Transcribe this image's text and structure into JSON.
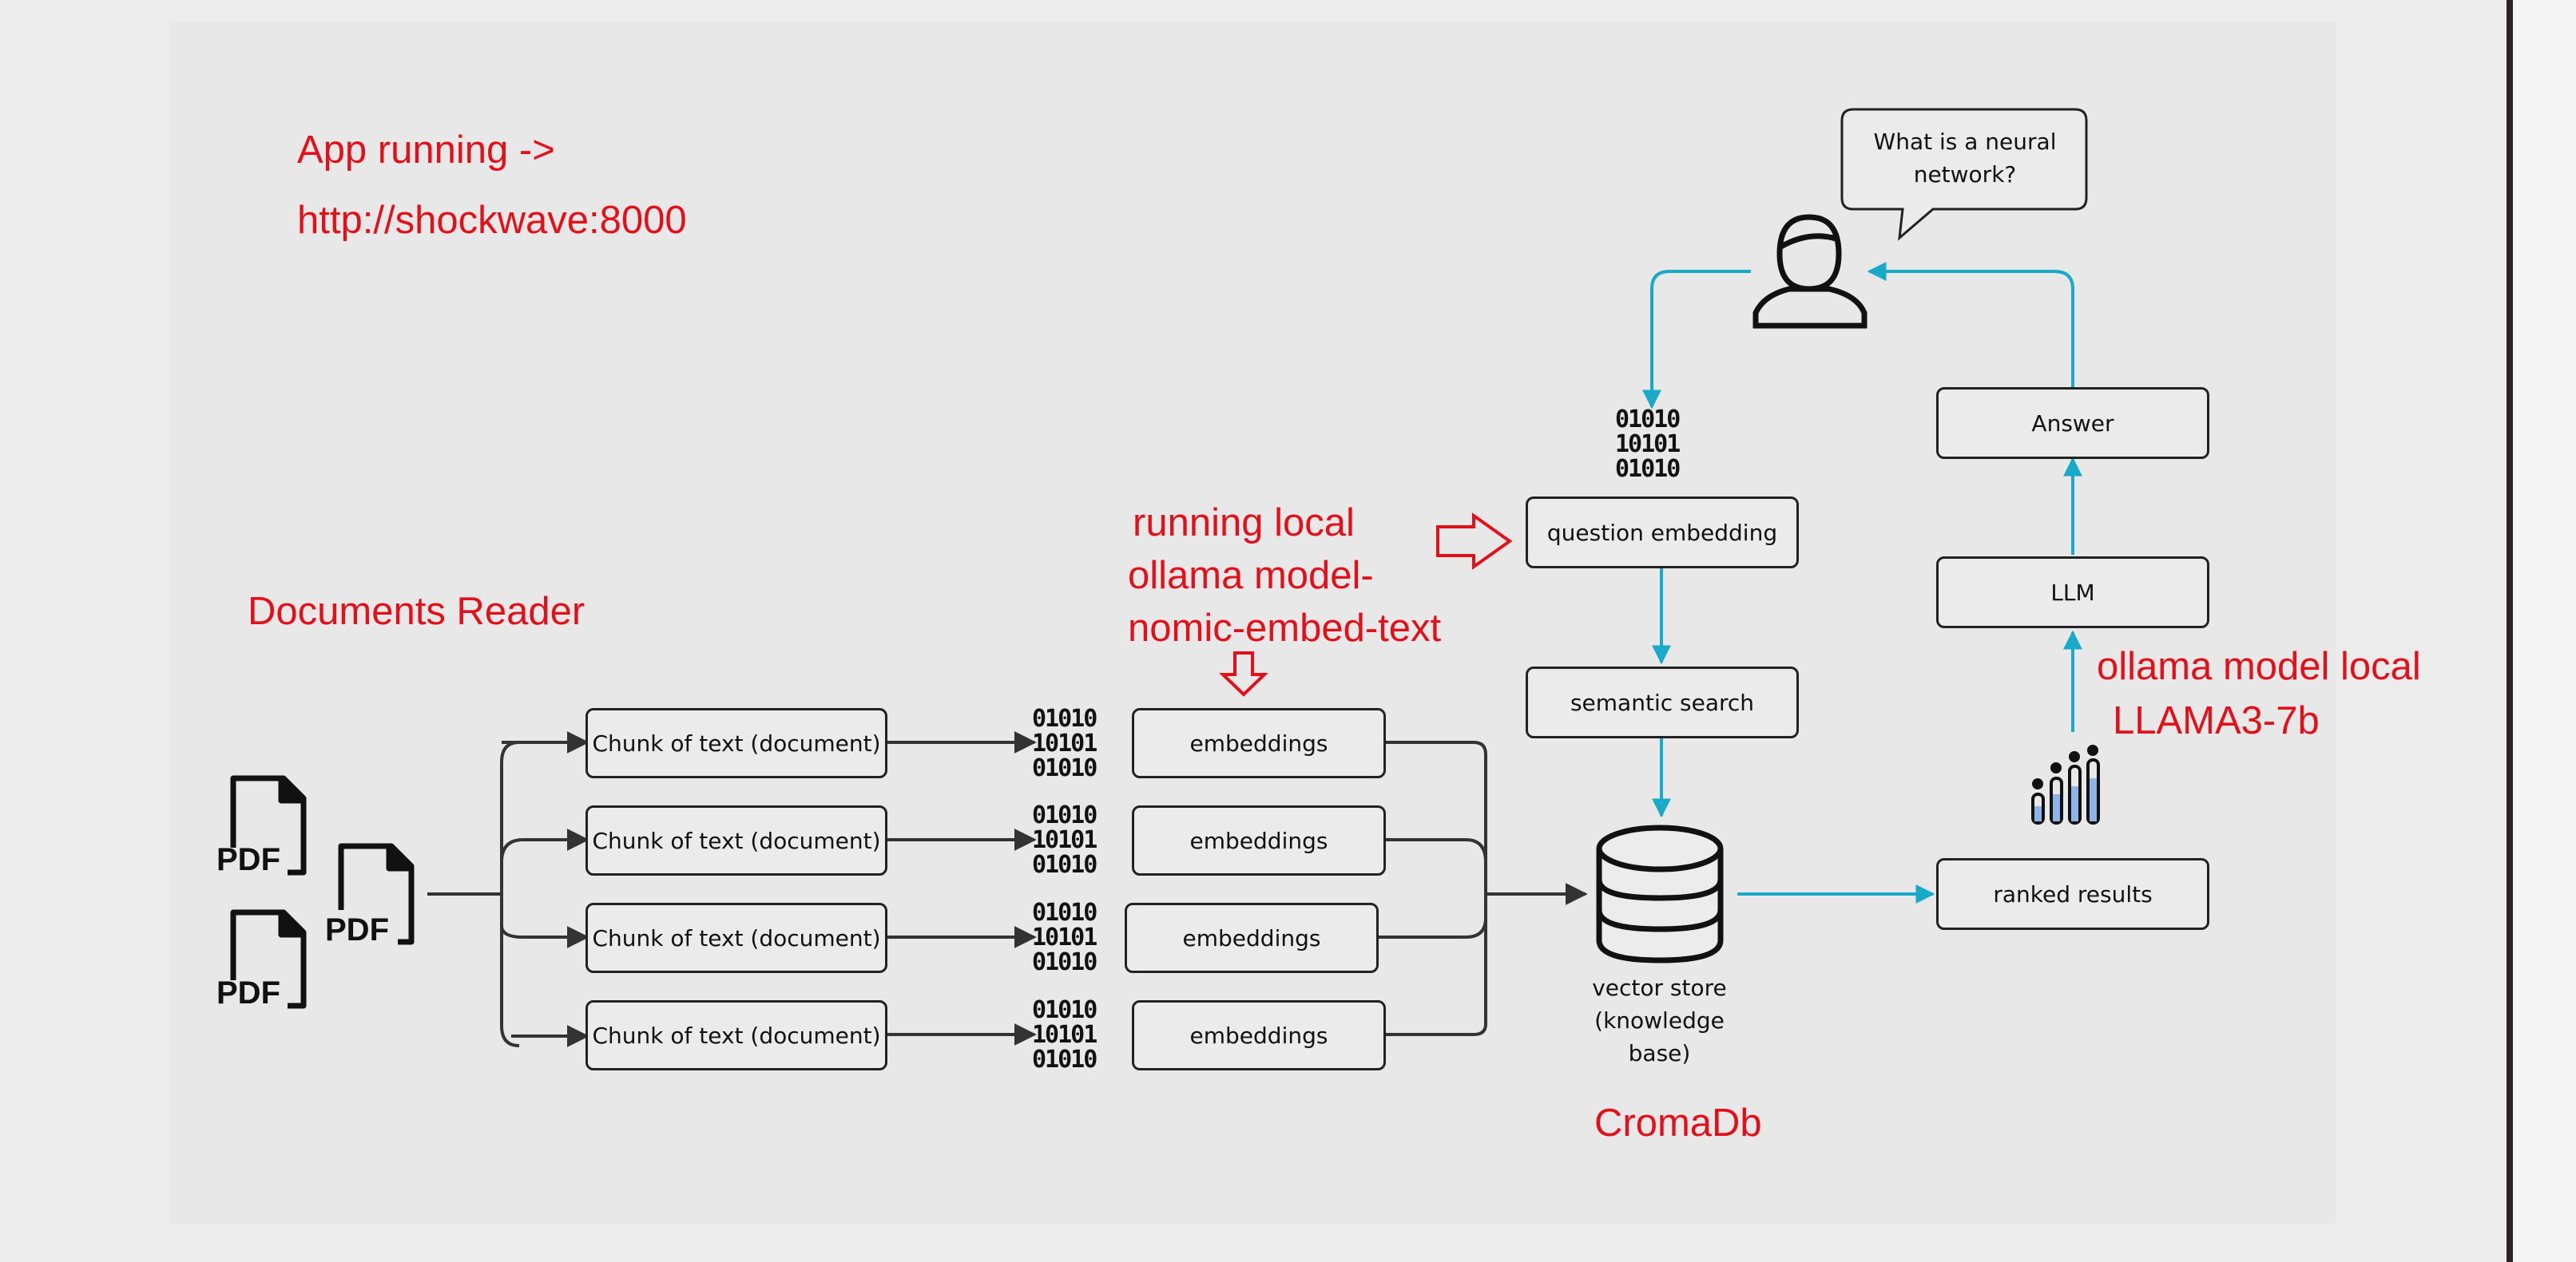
{
  "annotations": {
    "app_running": "App running ->",
    "app_url": "http://shockwave:8000",
    "documents_reader": "Documents Reader",
    "embed_model_lines": [
      "running local",
      "ollama model-",
      "nomic-embed-text"
    ],
    "llm_model_lines": [
      "ollama model local",
      "LLAMA3-7b"
    ],
    "vector_db": "CromaDb"
  },
  "diagram": {
    "chunks": [
      "Chunk of text (document)",
      "Chunk of text (document)",
      "Chunk of text (document)",
      "Chunk of text (document)"
    ],
    "embeddings": [
      "embeddings",
      "embeddings",
      "embeddings",
      "embeddings"
    ],
    "bits_lines": [
      "01010",
      "10101",
      "01010"
    ],
    "pdf_label": "PDF",
    "question_bubble": "What is a neural network?",
    "question_embedding": "question embedding",
    "semantic_search": "semantic search",
    "vector_store": "vector store (knowledge base)",
    "ranked_results": "ranked results",
    "llm": "LLM",
    "answer": "Answer"
  },
  "colors": {
    "annotation": "#e3101a",
    "arrow_teal": "#19a9c9",
    "arrow_dark": "#333333",
    "box_border": "#222222"
  },
  "icons": [
    "pdf-document-icon",
    "user-icon",
    "database-icon",
    "bar-chart-icon",
    "binary-bits-icon",
    "hollow-arrow-icon"
  ]
}
